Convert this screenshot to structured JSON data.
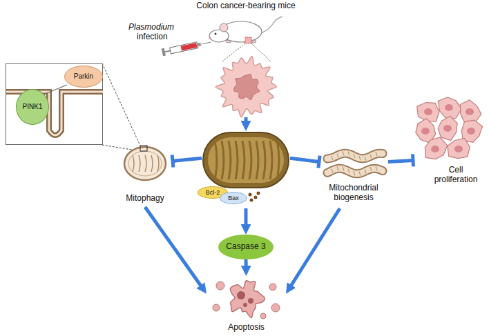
{
  "diagram": {
    "nodes": [
      {
        "text": [
          "Colon cancer-bearing mice"
        ]
      },
      {
        "text": [
          "PINK1",
          "Parkin"
        ]
      },
      {
        "text": [
          "Mitophagy"
        ]
      },
      {
        "text": [
          "Bcl-2",
          "Bax"
        ]
      },
      {
        "text": [
          "Caspase 3"
        ]
      },
      {
        "text": [
          "Mitochondrial biogenesis"
        ]
      },
      {
        "text": [
          "Cell proliferation"
        ]
      },
      {
        "text": [
          "Apoptosis"
        ]
      }
    ],
    "edges": [
      {
        "from": 0,
        "to": 3,
        "arrow": "to"
      },
      {
        "from": 3,
        "to": 2,
        "arrow": "to"
      },
      {
        "from": 3,
        "to": 5,
        "arrow": "to"
      },
      {
        "from": 5,
        "to": 6,
        "arrow": "to"
      },
      {
        "from": 3,
        "to": 4,
        "arrow": "to"
      },
      {
        "from": 4,
        "to": 7,
        "arrow": "to"
      },
      {
        "from": 2,
        "to": 7,
        "arrow": "to"
      },
      {
        "from": 5,
        "to": 7,
        "arrow": "to"
      }
    ],
    "labels": [
      "Plasmodium",
      "infection"
    ]
  }
}
